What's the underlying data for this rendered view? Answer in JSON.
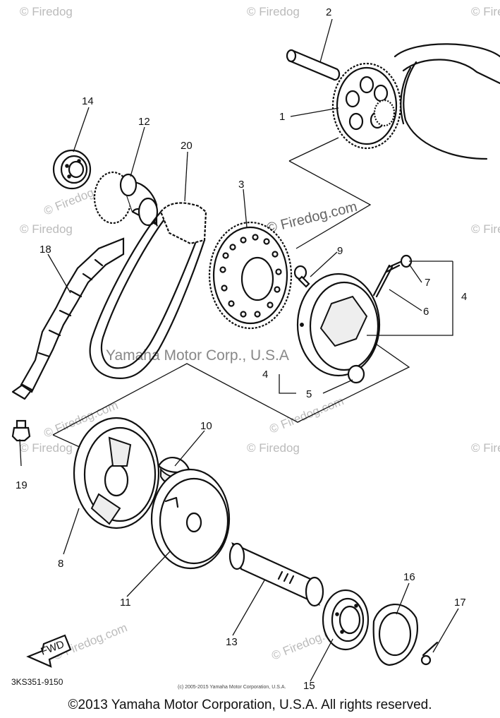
{
  "callouts": {
    "c1": "1",
    "c2": "2",
    "c3": "3",
    "c4a": "4",
    "c4b": "4",
    "c5": "5",
    "c6": "6",
    "c7": "7",
    "c8": "8",
    "c9": "9",
    "c10": "10",
    "c11": "11",
    "c12": "12",
    "c13": "13",
    "c14": "14",
    "c15": "15",
    "c16": "16",
    "c17": "17",
    "c18": "18",
    "c19": "19",
    "c20": "20"
  },
  "watermarks": {
    "firedog": "© Firedog",
    "firedog_com": "© Firedog.com",
    "yamaha": "Yamaha Motor Corp., U.S.A"
  },
  "fwd_label": "FWD",
  "diagram_code": "3KS351-9150",
  "small_copyright": "(c) 2005-2015 Yamaha Motor Corporation, U.S.A.",
  "footer_copyright": "©2013 Yamaha Motor Corporation, U.S.A. All rights reserved."
}
